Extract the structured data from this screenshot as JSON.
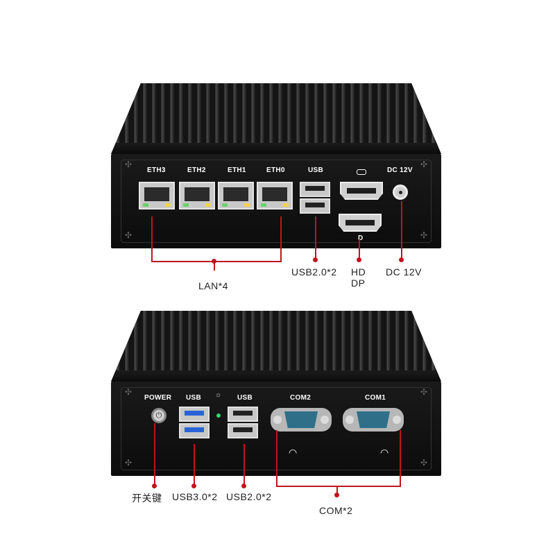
{
  "top_device": {
    "port_labels": {
      "eth3": "ETH3",
      "eth2": "ETH2",
      "eth1": "ETH1",
      "eth0": "ETH0",
      "usb": "USB",
      "dc": "DC 12V"
    },
    "captions": {
      "lan": "LAN*4",
      "usb": "USB2.0*2",
      "hd": "HD",
      "dp": "DP",
      "dc": "DC 12V"
    }
  },
  "bottom_device": {
    "port_labels": {
      "power": "POWER",
      "usb3": "USB",
      "usb2": "USB",
      "com2": "COM2",
      "com1": "COM1"
    },
    "captions": {
      "power_switch": "开关键",
      "usb3": "USB3.0*2",
      "usb2": "USB2.0*2",
      "com": "COM*2"
    }
  },
  "colors": {
    "callout": "#c0141c",
    "chassis": "#141414",
    "usb3_tongue": "#2a63d8",
    "com_port": "#2f6f88"
  },
  "icons": [
    "power-icon",
    "wifi-icon",
    "usb-c-icon",
    "displayport-icon",
    "screw-icon",
    "led-icon"
  ]
}
